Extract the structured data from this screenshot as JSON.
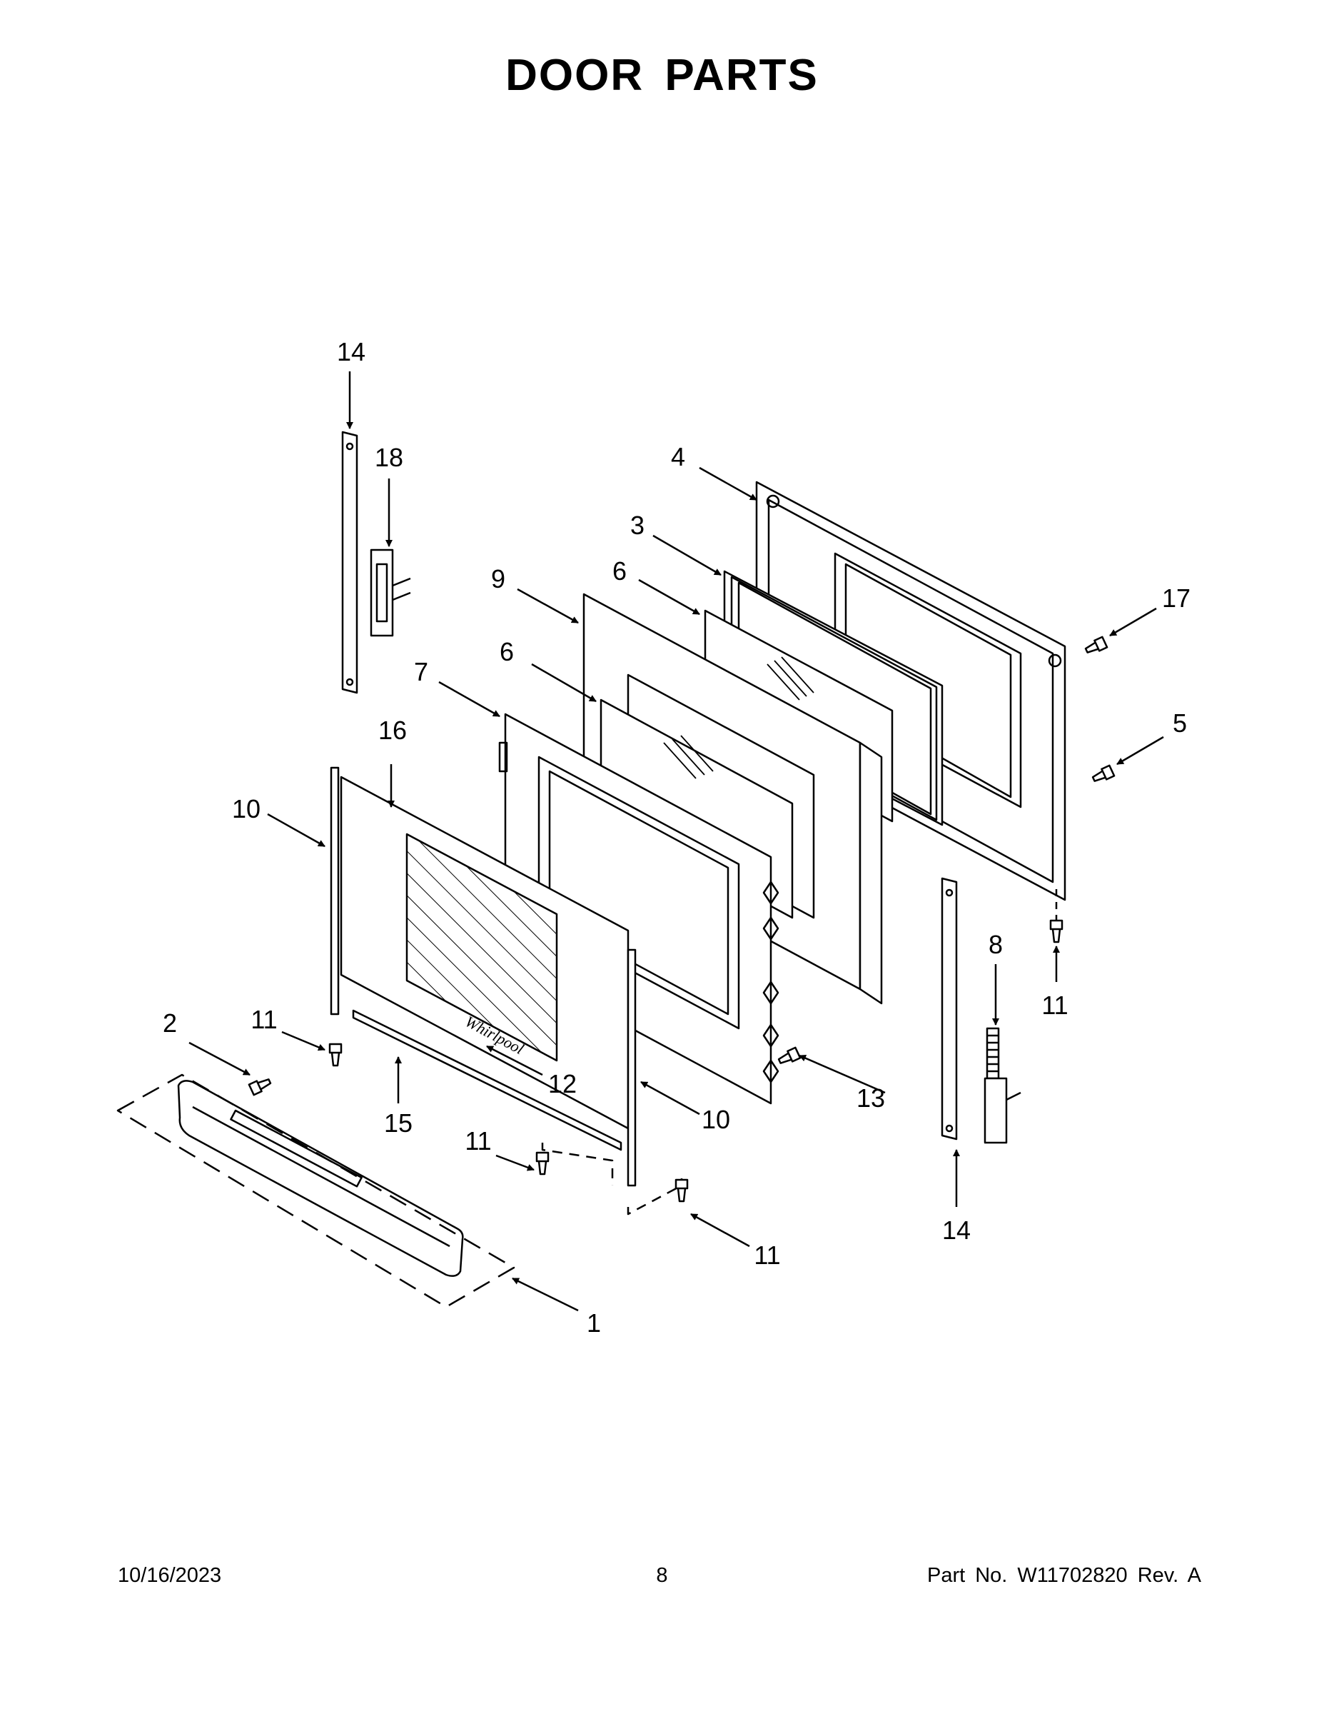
{
  "title": "DOOR PARTS",
  "callouts": [
    "1",
    "2",
    "3",
    "4",
    "5",
    "6",
    "6",
    "7",
    "8",
    "9",
    "10",
    "10",
    "11",
    "11",
    "11",
    "11",
    "12",
    "13",
    "14",
    "14",
    "15",
    "16",
    "17",
    "18"
  ],
  "footer": {
    "date": "10/16/2023",
    "page": "8",
    "part_number": "Part No.  W11702820  Rev.  A"
  }
}
